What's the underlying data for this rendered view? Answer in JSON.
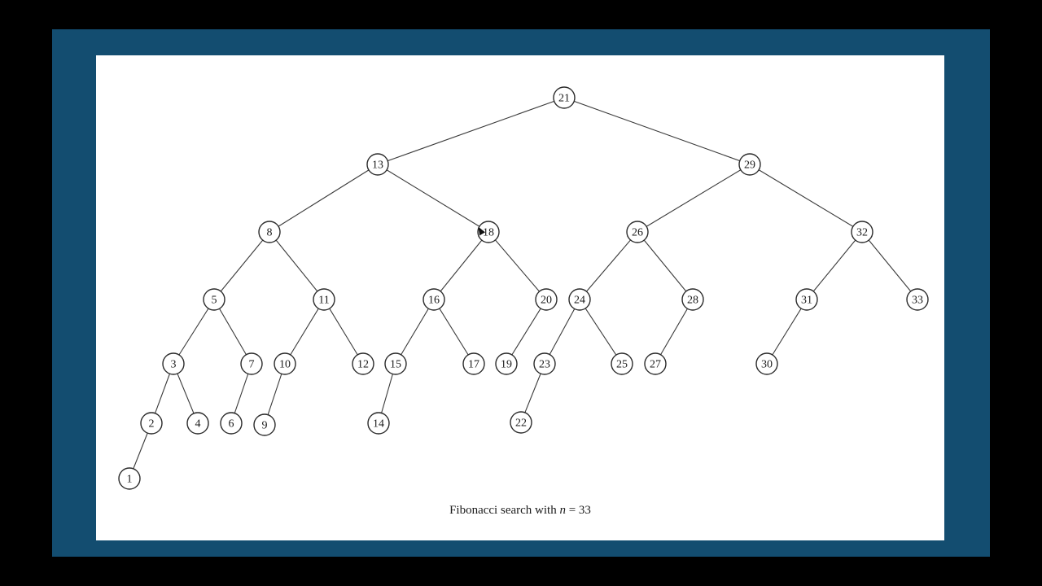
{
  "diagram": {
    "nodes": [
      {
        "id": "21",
        "label": "21"
      },
      {
        "id": "13",
        "label": "13"
      },
      {
        "id": "29",
        "label": "29"
      },
      {
        "id": "8",
        "label": "8"
      },
      {
        "id": "18",
        "label": "18"
      },
      {
        "id": "26",
        "label": "26"
      },
      {
        "id": "32",
        "label": "32"
      },
      {
        "id": "5",
        "label": "5"
      },
      {
        "id": "11",
        "label": "11"
      },
      {
        "id": "16",
        "label": "16"
      },
      {
        "id": "20",
        "label": "20"
      },
      {
        "id": "24",
        "label": "24"
      },
      {
        "id": "28",
        "label": "28"
      },
      {
        "id": "31",
        "label": "31"
      },
      {
        "id": "33",
        "label": "33"
      },
      {
        "id": "3",
        "label": "3"
      },
      {
        "id": "7",
        "label": "7"
      },
      {
        "id": "10",
        "label": "10"
      },
      {
        "id": "12",
        "label": "12"
      },
      {
        "id": "15",
        "label": "15"
      },
      {
        "id": "17",
        "label": "17"
      },
      {
        "id": "19",
        "label": "19"
      },
      {
        "id": "23",
        "label": "23"
      },
      {
        "id": "25",
        "label": "25"
      },
      {
        "id": "27",
        "label": "27"
      },
      {
        "id": "30",
        "label": "30"
      },
      {
        "id": "2",
        "label": "2"
      },
      {
        "id": "4",
        "label": "4"
      },
      {
        "id": "6",
        "label": "6"
      },
      {
        "id": "9",
        "label": "9"
      },
      {
        "id": "14",
        "label": "14"
      },
      {
        "id": "22",
        "label": "22"
      },
      {
        "id": "1",
        "label": "1"
      }
    ],
    "edges": [
      [
        "21",
        "13"
      ],
      [
        "21",
        "29"
      ],
      [
        "13",
        "8"
      ],
      [
        "13",
        "18"
      ],
      [
        "29",
        "26"
      ],
      [
        "29",
        "32"
      ],
      [
        "8",
        "5"
      ],
      [
        "8",
        "11"
      ],
      [
        "18",
        "16"
      ],
      [
        "18",
        "20"
      ],
      [
        "26",
        "24"
      ],
      [
        "26",
        "28"
      ],
      [
        "32",
        "31"
      ],
      [
        "32",
        "33"
      ],
      [
        "5",
        "3"
      ],
      [
        "5",
        "7"
      ],
      [
        "11",
        "10"
      ],
      [
        "11",
        "12"
      ],
      [
        "16",
        "15"
      ],
      [
        "16",
        "17"
      ],
      [
        "20",
        "19"
      ],
      [
        "24",
        "23"
      ],
      [
        "24",
        "25"
      ],
      [
        "28",
        "27"
      ],
      [
        "31",
        "30"
      ],
      [
        "3",
        "2"
      ],
      [
        "3",
        "4"
      ],
      [
        "7",
        "6"
      ],
      [
        "10",
        "9"
      ],
      [
        "15",
        "14"
      ],
      [
        "23",
        "22"
      ],
      [
        "2",
        "1"
      ]
    ]
  },
  "caption": {
    "prefix": "Fibonacci search with ",
    "variable": "n",
    "suffix": " = 33"
  }
}
